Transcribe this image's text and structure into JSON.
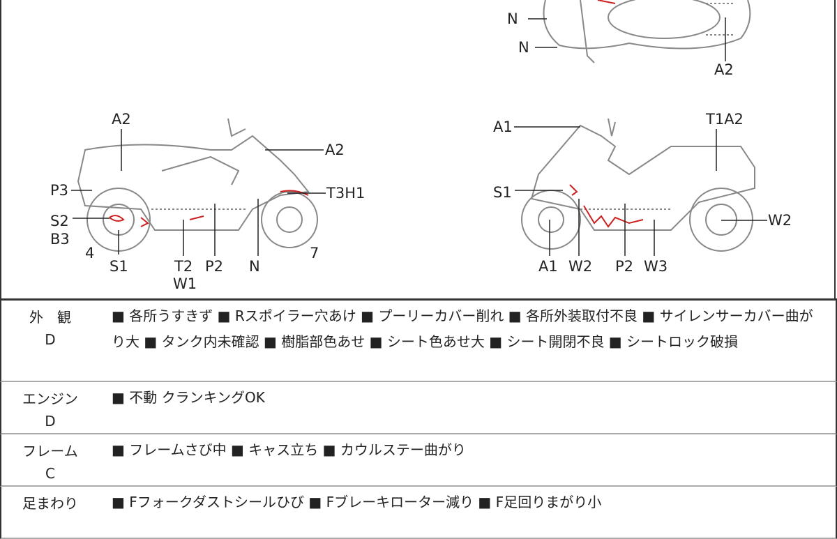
{
  "diagram": {
    "left_view_labels": [
      "A2",
      "A2",
      "P3",
      "T3H1",
      "S2",
      "B3",
      "4",
      "S1",
      "T2",
      "P2",
      "N",
      "7",
      "W1"
    ],
    "right_view_labels": [
      "A1",
      "T1A2",
      "S1",
      "W2",
      "A1",
      "W2",
      "P2",
      "W3"
    ],
    "top_view_labels": [
      "N",
      "N",
      "A2"
    ],
    "damage_color": "#cc1f1f"
  },
  "sections": [
    {
      "name": "外　観",
      "grade": "D",
      "text": "■ 各所うすきず ■ Rスポイラー穴あけ ■ プーリーカバー削れ ■ 各所外装取付不良 ■ サイレンサーカバー曲がり大 ■ タンク内未確認 ■ 樹脂部色あせ ■ シート色あせ大 ■ シート開閉不良 ■ シートロック破損"
    },
    {
      "name": "エンジン",
      "grade": "D",
      "text": "■ 不動 クランキングOK"
    },
    {
      "name": "フレーム",
      "grade": "C",
      "text": "■ フレームさび中 ■ キャス立ち ■ カウルステー曲がり"
    },
    {
      "name": "足まわり",
      "grade": "",
      "text": "■ Fフォークダストシールひび ■ Fブレーキローター減り ■ F足回りまがり小"
    }
  ]
}
